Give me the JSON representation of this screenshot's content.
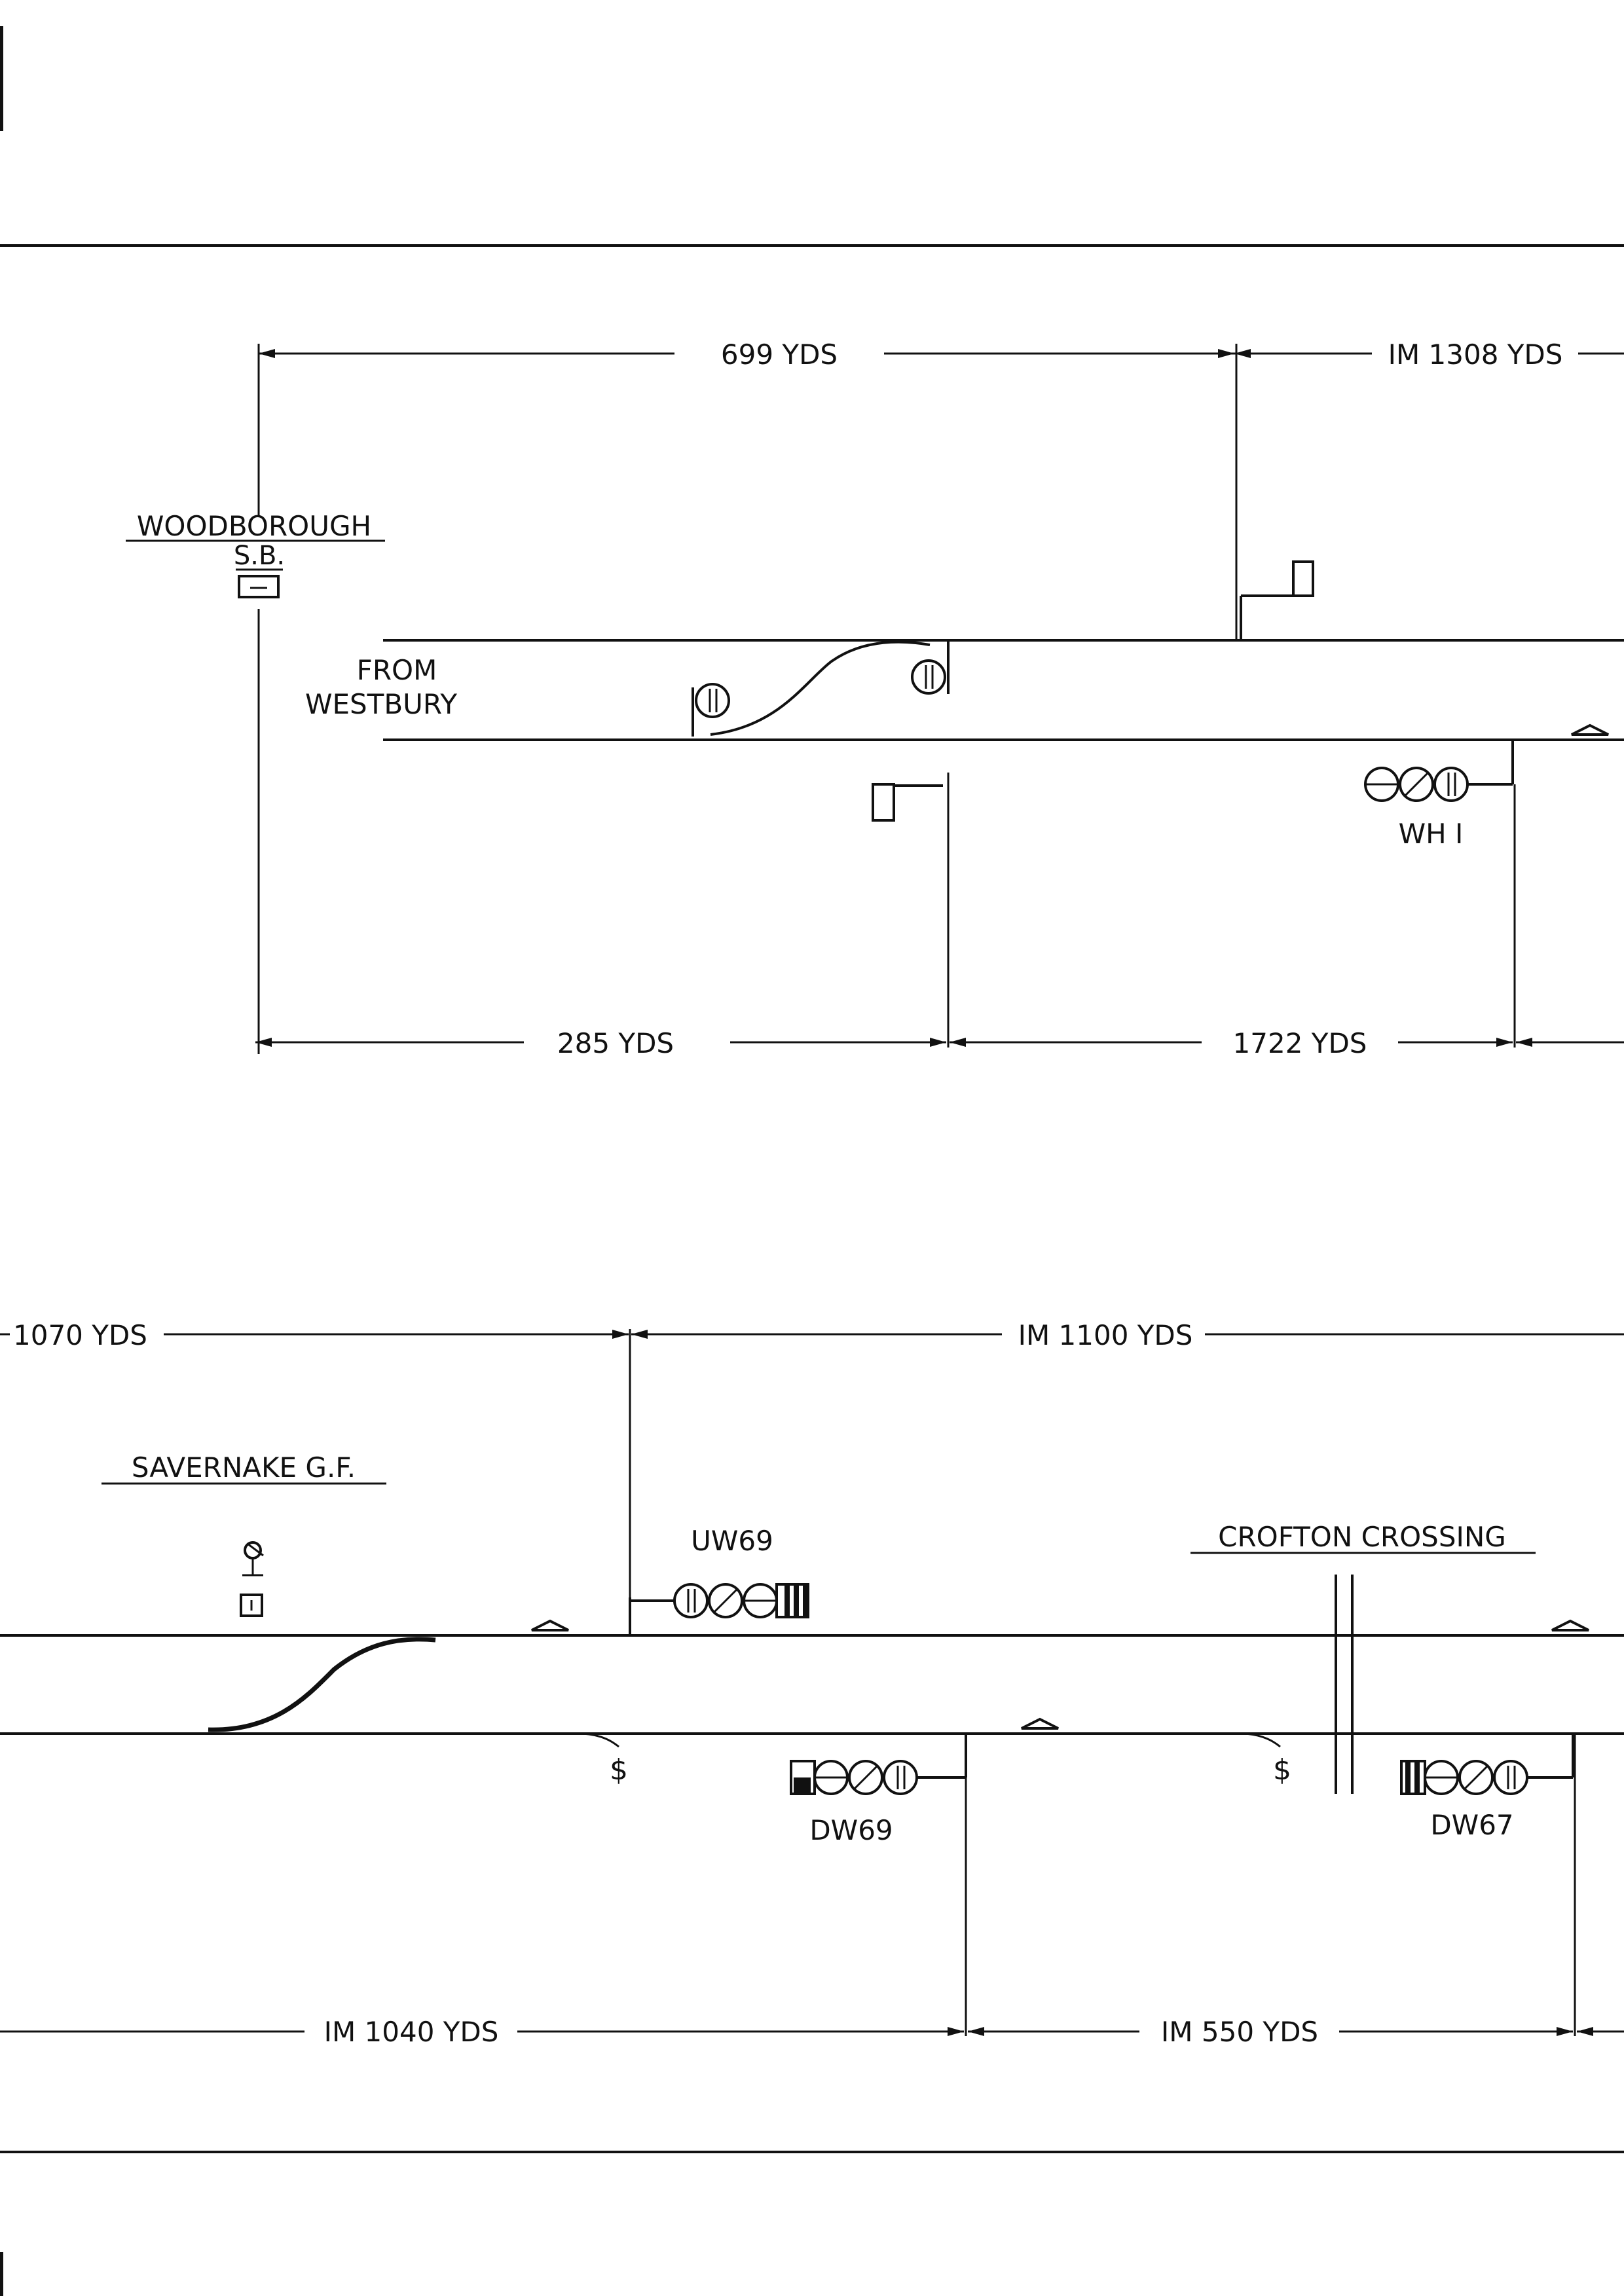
{
  "colors": {
    "ink": "#111111",
    "paper": "#ffffff"
  },
  "upper_section": {
    "station_name": "WOODBOROUGH",
    "station_sub": "S.B.",
    "direction_label": [
      "FROM",
      "WESTBURY"
    ],
    "top_dims": [
      "699  YDS",
      "IM 1308 YDS"
    ],
    "bottom_dims": [
      "285  YDS",
      "1722 YDS"
    ],
    "signal_labels": [
      "WH  I"
    ]
  },
  "lower_section": {
    "site_names": [
      "SAVERNAKE  G.F.",
      "CROFTON  CROSSING"
    ],
    "top_dims": [
      "1070 YDS",
      "IM 1100 YDS"
    ],
    "bottom_dims": [
      "IM  1040 YDS",
      "IM  550 YDS"
    ],
    "signal_labels": [
      "UW69",
      "DW69",
      "DW67"
    ],
    "catch_point_glyph": "$"
  },
  "icons": [
    "signal-box-icon",
    "ground-signal-icon",
    "aws-ramp-icon",
    "catch-point-icon",
    "ground-frame-icon",
    "level-crossing-icon"
  ]
}
